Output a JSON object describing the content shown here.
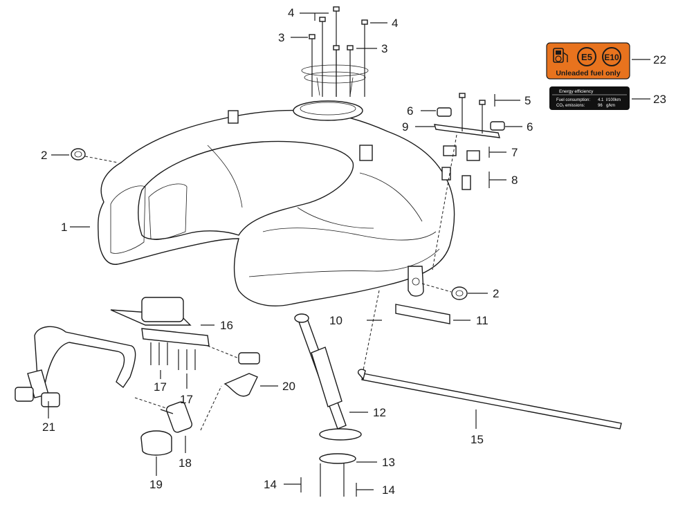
{
  "callouts": [
    "1",
    "2",
    "2",
    "3",
    "3",
    "4",
    "4",
    "5",
    "6",
    "6",
    "7",
    "8",
    "9",
    "10",
    "11",
    "12",
    "13",
    "14",
    "14",
    "15",
    "16",
    "17",
    "17",
    "18",
    "19",
    "20",
    "21",
    "22",
    "23"
  ],
  "fuel_label": {
    "grades": [
      "E5",
      "E10"
    ],
    "text": "Unleaded fuel only",
    "bg_color": "#e8731e"
  },
  "energy_label": {
    "title": "Energy efficiency",
    "row1_label": "Fuel consumption:",
    "row1_value": "4.1",
    "row1_unit": "l/100km",
    "row2_label": "CO₂ emissions:",
    "row2_value": "96",
    "row2_unit": "g/km",
    "bg_color": "#111111"
  }
}
